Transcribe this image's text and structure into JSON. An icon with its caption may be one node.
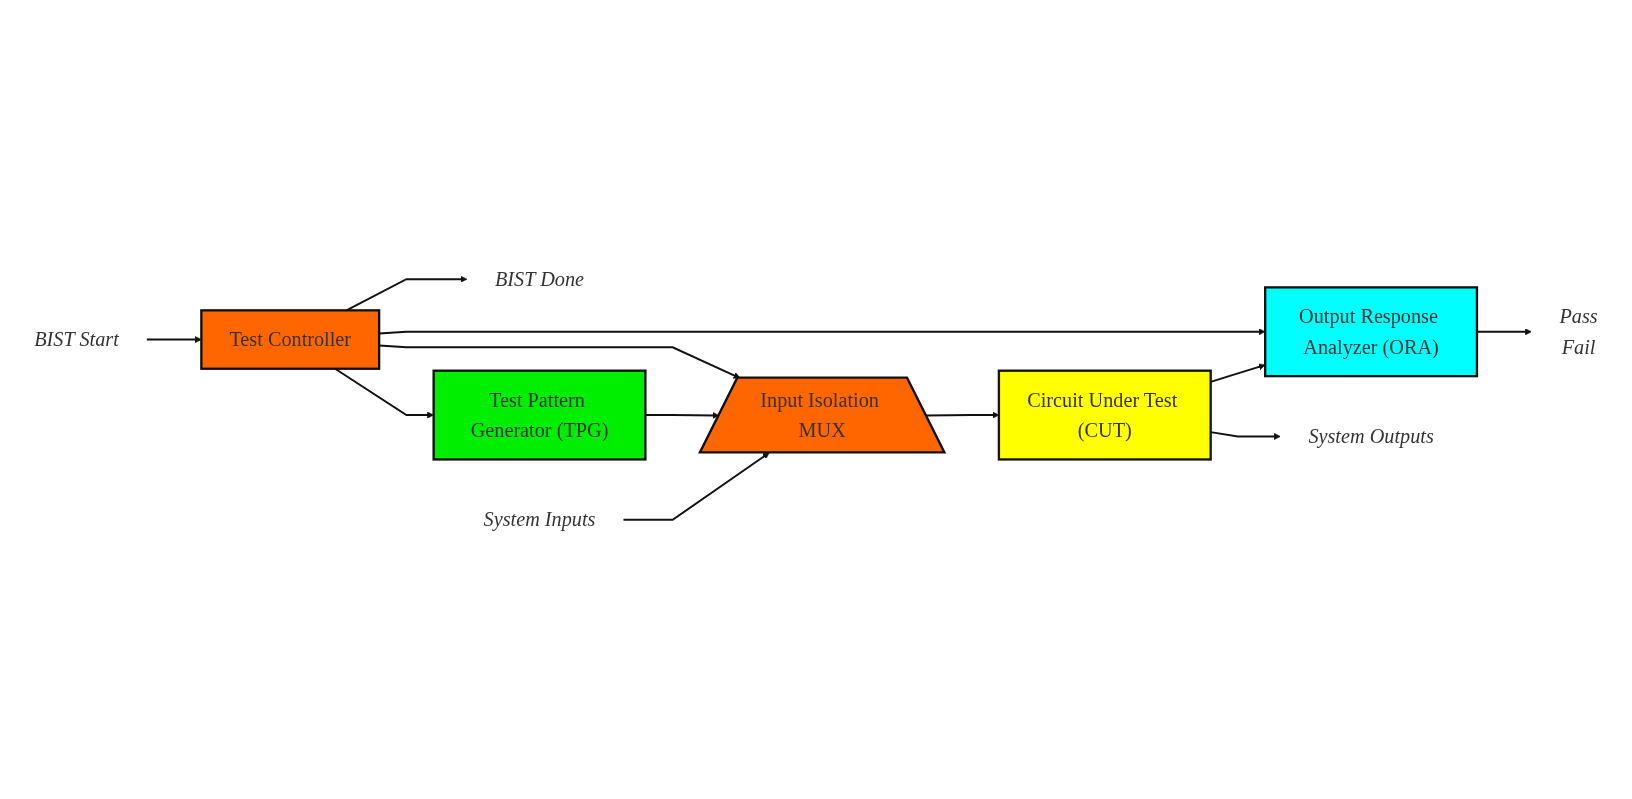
{
  "diagram": {
    "nodes": [
      {
        "text": [
          "BIST Start"
        ]
      },
      {
        "text": [
          "Test Controller"
        ]
      },
      {
        "text": [
          "BIST Done"
        ]
      },
      {
        "text": [
          "Test Pattern Generator (TPG)"
        ]
      },
      {
        "text": [
          "Output Response Analyzer (ORA)"
        ]
      },
      {
        "text": [
          "Pass",
          "Fail"
        ]
      },
      {
        "text": [
          "Input Isolation MUX"
        ]
      },
      {
        "text": [
          "System Inputs"
        ]
      },
      {
        "text": [
          "Circuit Under Test (CUT)"
        ]
      },
      {
        "text": [
          "System Outputs"
        ]
      }
    ],
    "edges": [
      {
        "from": 0,
        "to": 1,
        "arrow": "to"
      },
      {
        "from": 1,
        "to": 2,
        "arrow": "to"
      },
      {
        "from": 1,
        "to": 3,
        "arrow": "to"
      },
      {
        "from": 1,
        "to": 4,
        "arrow": "to"
      },
      {
        "from": 1,
        "to": 6,
        "arrow": "to"
      },
      {
        "from": 3,
        "to": 6,
        "arrow": "to"
      },
      {
        "from": 7,
        "to": 6,
        "arrow": "to"
      },
      {
        "from": 6,
        "to": 8,
        "arrow": "to"
      },
      {
        "from": 8,
        "to": 4,
        "arrow": "to"
      },
      {
        "from": 8,
        "to": 9,
        "arrow": "to"
      },
      {
        "from": 4,
        "to": 5,
        "arrow": "to"
      }
    ]
  }
}
